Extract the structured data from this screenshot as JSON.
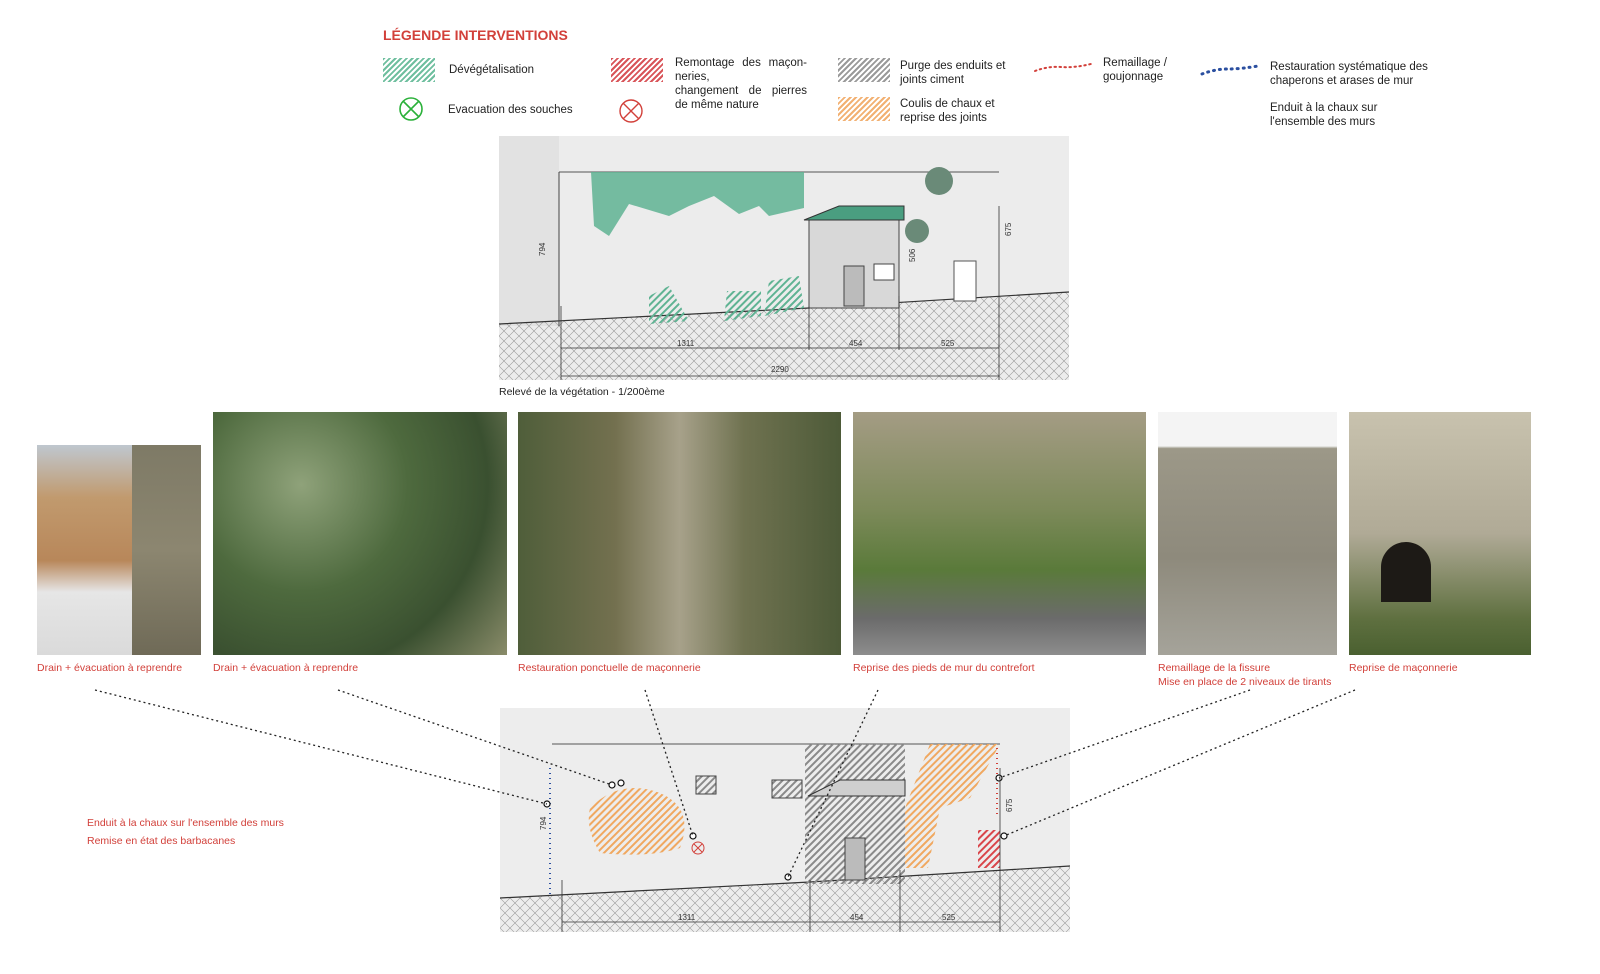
{
  "legend": {
    "title": "LÉGENDE INTERVENTIONS",
    "items": [
      {
        "label": "Dévégétalisation",
        "icon": "green-hatch-swatch"
      },
      {
        "label": "Evacuation des souches",
        "icon": "green-cross-circle-icon"
      },
      {
        "label": "Remontage des maçon-neries,",
        "label2": "changement de pierres de même nature",
        "icon": "red-hatch-swatch"
      },
      {
        "label": "Purge des enduits et joints ciment",
        "icon": "grey-hatch-swatch"
      },
      {
        "label": "Coulis de chaux et reprise des joints",
        "icon": "orange-hatch-swatch"
      },
      {
        "label": "Remaillage / goujonnage",
        "icon": "red-dotted-line"
      },
      {
        "label": "Restauration systématique des chaperons et arases de mur",
        "icon": "blue-dotted-line"
      },
      {
        "label": "Enduit à la chaux sur l'ensemble des murs"
      }
    ]
  },
  "top_drawing": {
    "caption": "Relevé de la végétation - 1/200ème",
    "dims": {
      "h_left": "794",
      "h_house": "506",
      "h_right": "675",
      "d1": "1311",
      "d2": "454",
      "d3": "525",
      "total": "2290"
    }
  },
  "photos": [
    {
      "caption": "Drain + évacuation à reprendre"
    },
    {
      "caption": "Drain + évacuation à reprendre"
    },
    {
      "caption": "Restauration ponctuelle de maçonnerie"
    },
    {
      "caption": "Reprise des pieds de mur du contrefort"
    },
    {
      "caption": "Remaillage de la fissure",
      "caption2": "Mise en place de 2 niveaux de tirants"
    },
    {
      "caption": "Reprise de maçonnerie"
    }
  ],
  "bottom_notes": [
    "Enduit à la chaux sur l'ensemble des murs",
    "Remise en état des barbacanes"
  ],
  "bottom_drawing": {
    "dims": {
      "h_left": "794",
      "h_right": "675",
      "d1": "1311",
      "d2": "454",
      "d3": "525"
    }
  },
  "colors": {
    "accent": "#d2403a",
    "green": "#6fbf9f",
    "orange": "#f2b173",
    "blue": "#2b4fa0"
  }
}
